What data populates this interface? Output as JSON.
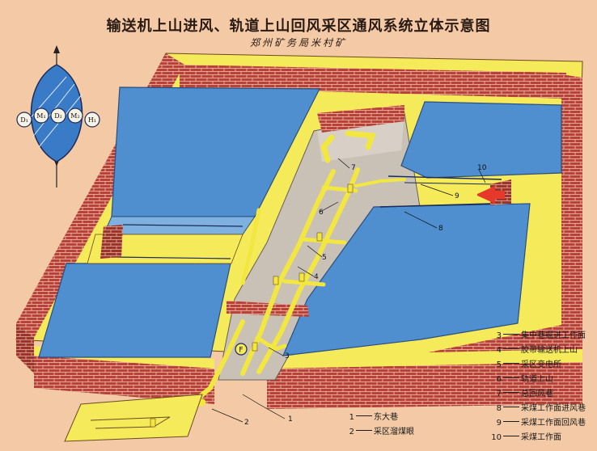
{
  "title": "输送机上山进风、轨道上山回风采区通风系统立体示意图",
  "subtitle": "郑州矿务局米村矿",
  "compass": {
    "stations": [
      "D₁",
      "M₁",
      "D₂",
      "M₂",
      "H₁"
    ]
  },
  "callouts": [
    "1",
    "2",
    "3",
    "4",
    "5",
    "6",
    "7",
    "8",
    "9",
    "10"
  ],
  "marker": "F",
  "legend": [
    {
      "num": "1",
      "label": "东大巷"
    },
    {
      "num": "2",
      "label": "采区溜煤眼"
    },
    {
      "num": "3",
      "label": "集中巷掘进工作面"
    },
    {
      "num": "4",
      "label": "胶带输送机上山"
    },
    {
      "num": "5",
      "label": "采区变电所"
    },
    {
      "num": "6",
      "label": "轨道上山"
    },
    {
      "num": "7",
      "label": "总回风巷"
    },
    {
      "num": "8",
      "label": "采煤工作面进风巷"
    },
    {
      "num": "9",
      "label": "采煤工作面回风巷"
    },
    {
      "num": "10",
      "label": "采煤工作面"
    }
  ],
  "colors": {
    "background": "#f3c9a6",
    "brick": "#b8413a",
    "coal_panel": "#4f8fcf",
    "yellow_frame": "#f4ea5a",
    "airway": "#f2e640",
    "floor": "#c9c0b6"
  }
}
